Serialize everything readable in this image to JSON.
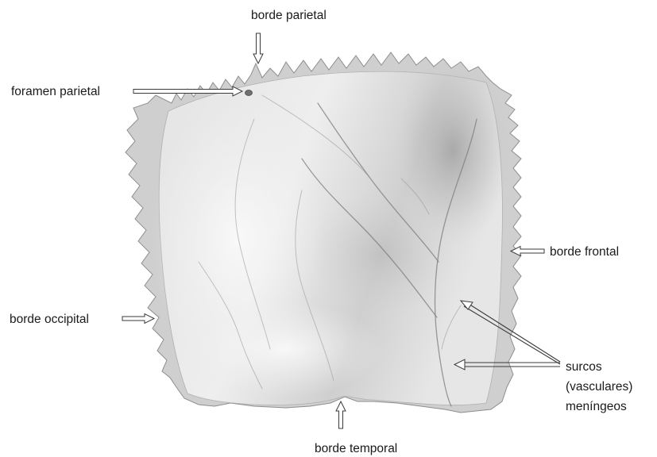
{
  "labels": {
    "parietal_border": "borde parietal",
    "parietal_foramen": "foramen parietal",
    "frontal_border": "borde frontal",
    "occipital_border": "borde occipital",
    "temporal_border": "borde temporal",
    "meningeal_grooves_line1": "surcos",
    "meningeal_grooves_line2": "(vasculares)",
    "meningeal_grooves_line3": "meníngeos"
  }
}
